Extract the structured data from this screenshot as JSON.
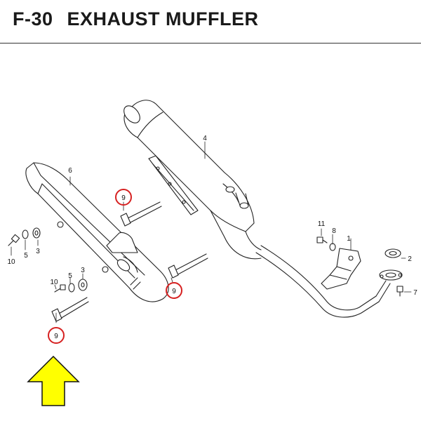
{
  "header": {
    "code": "F-30",
    "title": "EXHAUST MUFFLER"
  },
  "callouts": {
    "c1": "1",
    "c2": "2",
    "c3a": "3",
    "c3b": "3",
    "c4": "4",
    "c5a": "5",
    "c5b": "5",
    "c6": "6",
    "c7": "7",
    "c8": "8",
    "c9a": "9",
    "c9b": "9",
    "c9c": "9",
    "c10a": "10",
    "c10b": "10",
    "c11": "11"
  },
  "colors": {
    "highlight_circle": "#d62020",
    "arrow_fill": "#ffff00",
    "line": "#222222"
  },
  "icons": {
    "pointer": "up-arrow-icon"
  }
}
